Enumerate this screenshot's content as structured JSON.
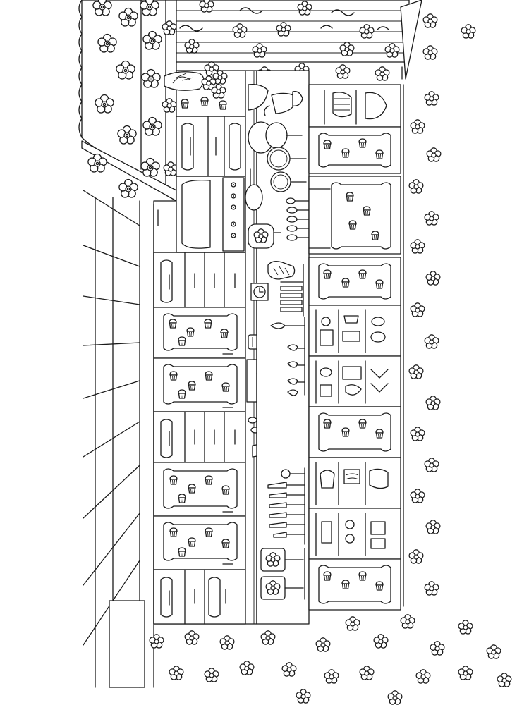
{
  "palette": {
    "ink": "#1b1b1b",
    "paper": "#ffffff"
  },
  "scene": {
    "description_tags": [
      "coloring-page",
      "kitchen-interior",
      "rotated-90"
    ],
    "icons": [
      "flower-icon",
      "cupcake-icon",
      "pan-icon",
      "pot-icon",
      "kettle-icon",
      "oven-mitt-icon",
      "knife-icon",
      "cutting-board-icon",
      "whisk-icon",
      "grater-icon",
      "clock-icon",
      "sink-faucet-icon"
    ]
  }
}
